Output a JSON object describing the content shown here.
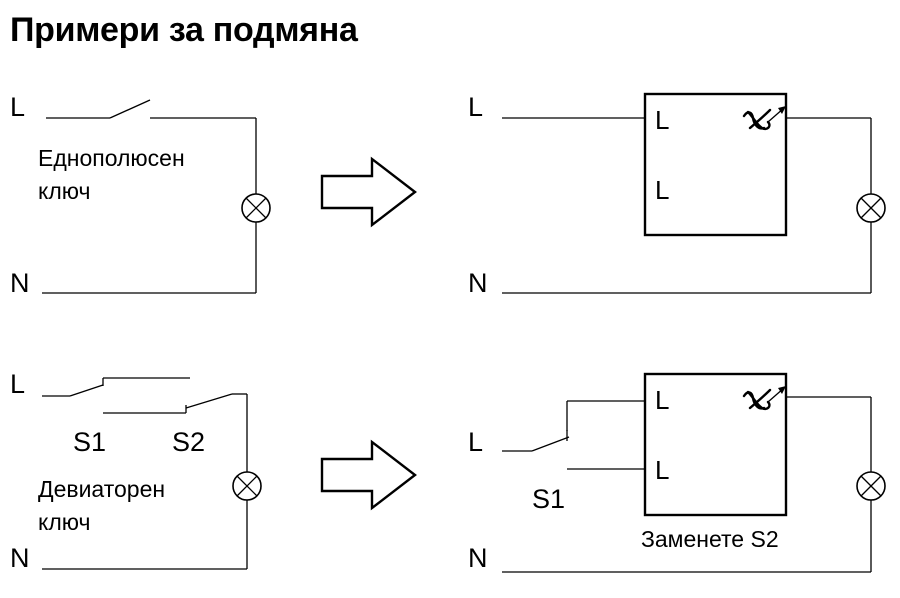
{
  "title": "Примери за подмяна",
  "top": {
    "left": {
      "line_label": "L",
      "neutral_label": "N",
      "switch_caption_line1": "Еднополюсен",
      "switch_caption_line2": "ключ"
    },
    "right": {
      "line_label": "L",
      "neutral_label": "N",
      "box_label_1": "L",
      "box_label_2": "L"
    }
  },
  "bottom": {
    "left": {
      "line_label": "L",
      "neutral_label": "N",
      "switch1_label": "S1",
      "switch2_label": "S2",
      "switch_caption_line1": "Девиаторен",
      "switch_caption_line2": "ключ"
    },
    "right": {
      "line_label": "L",
      "neutral_label": "N",
      "switch_label": "S1",
      "box_label_1": "L",
      "box_label_2": "L",
      "replace_note": "Заменете S2"
    }
  },
  "colors": {
    "line": "#000000",
    "background": "#ffffff"
  },
  "icons": [
    "lamp-icon",
    "arrow-right-icon",
    "dimmer-symbol-icon",
    "switch-contact-icon"
  ]
}
